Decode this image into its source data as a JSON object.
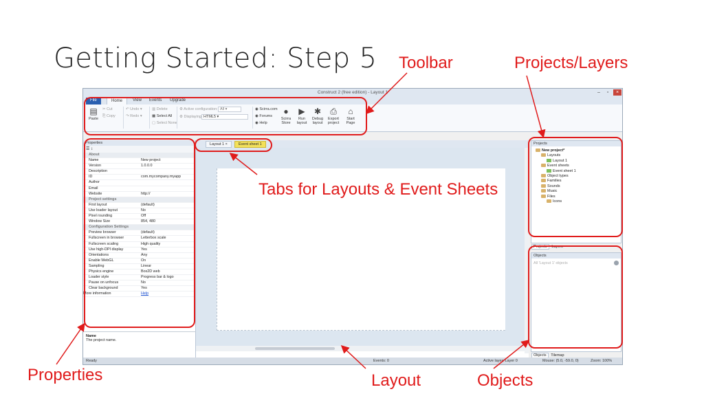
{
  "slide": {
    "title": "Getting Started: Step 5",
    "callouts": {
      "toolbar": "Toolbar",
      "projects_layers": "Projects/Layers",
      "tabs": "Tabs for Layouts & Event Sheets",
      "properties": "Properties",
      "layout": "Layout",
      "objects": "Objects"
    },
    "callout_color": "#e01b1b"
  },
  "app": {
    "window_title": "Construct 2 (free edition) - Layout 1",
    "ribbon_tabs": [
      "File",
      "Home",
      "View",
      "Events",
      "Upgrade"
    ],
    "clipboard": {
      "paste": "Paste",
      "cut": "Cut",
      "copy": "Copy"
    },
    "undo": "Undo",
    "redo": "Redo",
    "delete": "Delete",
    "select_all": "Select All",
    "select_none": "Select None",
    "active_config_label": "Active configuration:",
    "active_config_value": "All",
    "displaying_label": "Displaying:",
    "displaying_value": "HTML5",
    "links": {
      "scirra": "Scirra.com",
      "forums": "Forums",
      "help": "Help"
    },
    "big_buttons": [
      "Scirra Store",
      "Run layout",
      "Debug layout",
      "Export project",
      "Start Page"
    ]
  },
  "properties": {
    "header": "Properties",
    "rows": [
      {
        "k": "About",
        "v": "",
        "group": true
      },
      {
        "k": "Name",
        "v": "New project"
      },
      {
        "k": "Version",
        "v": "1.0.0.0"
      },
      {
        "k": "Description",
        "v": ""
      },
      {
        "k": "ID",
        "v": "com.mycompany.myapp"
      },
      {
        "k": "Author",
        "v": ""
      },
      {
        "k": "Email",
        "v": ""
      },
      {
        "k": "Website",
        "v": "http://"
      },
      {
        "k": "Project settings",
        "v": "",
        "group": true
      },
      {
        "k": "First layout",
        "v": "(default)"
      },
      {
        "k": "Use loader layout",
        "v": "No"
      },
      {
        "k": "Pixel rounding",
        "v": "Off"
      },
      {
        "k": "Window Size",
        "v": "854, 480"
      },
      {
        "k": "Configuration Settings",
        "v": "",
        "group": true
      },
      {
        "k": "Preview browser",
        "v": "(default)"
      },
      {
        "k": "Fullscreen in browser",
        "v": "Letterbox scale"
      },
      {
        "k": "Fullscreen scaling",
        "v": "High quality"
      },
      {
        "k": "Use high-DPI display",
        "v": "Yes"
      },
      {
        "k": "Orientations",
        "v": "Any"
      },
      {
        "k": "Enable WebGL",
        "v": "On"
      },
      {
        "k": "Sampling",
        "v": "Linear"
      },
      {
        "k": "Physics engine",
        "v": "Box2D web"
      },
      {
        "k": "Loader style",
        "v": "Progress bar & logo"
      },
      {
        "k": "Pause on unfocus",
        "v": "No"
      },
      {
        "k": "Clear background",
        "v": "Yes"
      },
      {
        "k": "More information",
        "v": "Help"
      }
    ],
    "desc_title": "Name",
    "desc_text": "The project name."
  },
  "editor": {
    "tabs": [
      "Layout 1",
      "Event sheet 1"
    ]
  },
  "projects": {
    "header": "Projects",
    "tree": [
      {
        "label": "New project*",
        "level": 0,
        "type": "folder"
      },
      {
        "label": "Layouts",
        "level": 1,
        "type": "folder"
      },
      {
        "label": "Layout 1",
        "level": 2,
        "type": "item"
      },
      {
        "label": "Event sheets",
        "level": 1,
        "type": "folder"
      },
      {
        "label": "Event sheet 1",
        "level": 2,
        "type": "item"
      },
      {
        "label": "Object types",
        "level": 1,
        "type": "folder"
      },
      {
        "label": "Families",
        "level": 1,
        "type": "folder"
      },
      {
        "label": "Sounds",
        "level": 1,
        "type": "folder"
      },
      {
        "label": "Music",
        "level": 1,
        "type": "folder"
      },
      {
        "label": "Files",
        "level": 1,
        "type": "folder"
      },
      {
        "label": "Icons",
        "level": 2,
        "type": "folder"
      }
    ],
    "bottom_tabs": [
      "Projects",
      "Layers"
    ]
  },
  "objects": {
    "header": "Objects",
    "filter": "All 'Layout 1' objects",
    "bottom_tabs": [
      "Objects",
      "Tilemap"
    ]
  },
  "status": {
    "ready": "Ready",
    "events": "Events: 0",
    "active_layer": "Active layer: Layer 0",
    "mouse": "Mouse: (5.0, -59.0, 0)",
    "zoom": "Zoom: 100%"
  }
}
